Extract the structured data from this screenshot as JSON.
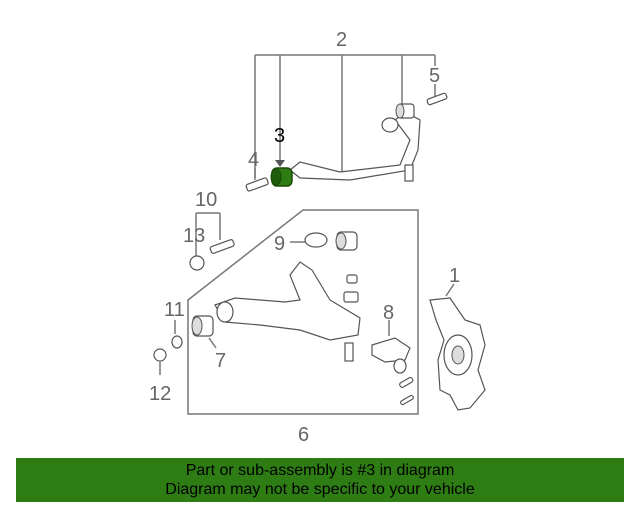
{
  "diagram": {
    "callouts": {
      "c1": "1",
      "c2": "2",
      "c3": "3",
      "c4": "4",
      "c5": "5",
      "c6": "6",
      "c7": "7",
      "c8": "8",
      "c9": "9",
      "c10": "10",
      "c11": "11",
      "c12": "12",
      "c13": "13"
    },
    "highlighted_part": "3",
    "highlight_color": "#2e7d14"
  },
  "banner": {
    "line1": "Part or sub-assembly is #3 in diagram",
    "line2": "Diagram may not be specific to your vehicle",
    "background": "#2e7d14"
  }
}
